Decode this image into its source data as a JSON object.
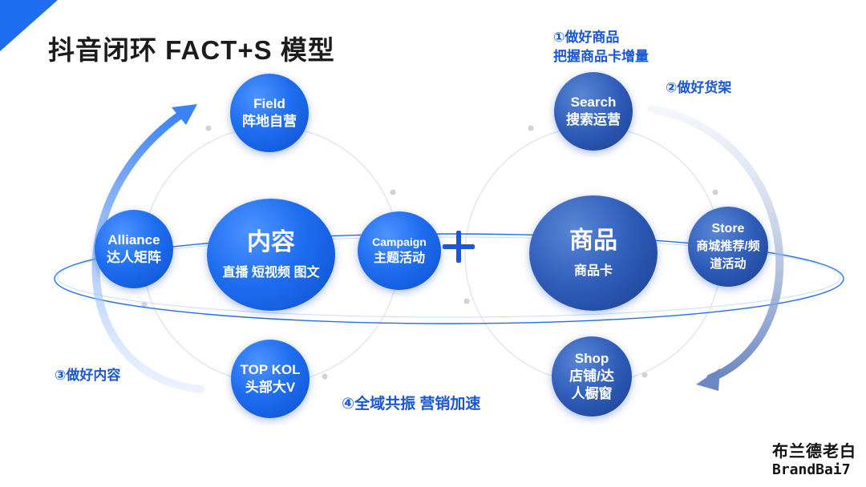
{
  "title": "抖音闭环 FACT+S 模型",
  "notes": {
    "goods_1": "①做好商品",
    "goods_2": "把握商品卡增量",
    "shelf": "②做好货架",
    "content": "③做好内容",
    "resonance": "④全域共振 营销加速"
  },
  "left_cluster": {
    "center": {
      "en": "内容",
      "cn": "直播 短视频 图文"
    },
    "field": {
      "en": "Field",
      "cn": "阵地自营"
    },
    "alliance": {
      "en": "Alliance",
      "cn": "达人矩阵"
    },
    "campaign": {
      "en": "Campaign",
      "cn": "主题活动"
    },
    "topkol": {
      "en": "TOP KOL",
      "cn": "头部大V"
    }
  },
  "right_cluster": {
    "center": {
      "en": "商品",
      "cn": "商品卡"
    },
    "search": {
      "en": "Search",
      "cn": "搜索运营"
    },
    "store": {
      "en": "Store",
      "cn": "商城推荐/频道活动"
    },
    "shop": {
      "en": "Shop",
      "cn": "店铺/达人橱窗"
    }
  },
  "brand": {
    "cn": "布兰德老白",
    "en": "BrandBai7"
  },
  "colors": {
    "accent": "#1a56d6",
    "node": "#1f6ef0",
    "node_dark": "#2f5cb8",
    "ribbon": "#d6e6ff"
  }
}
